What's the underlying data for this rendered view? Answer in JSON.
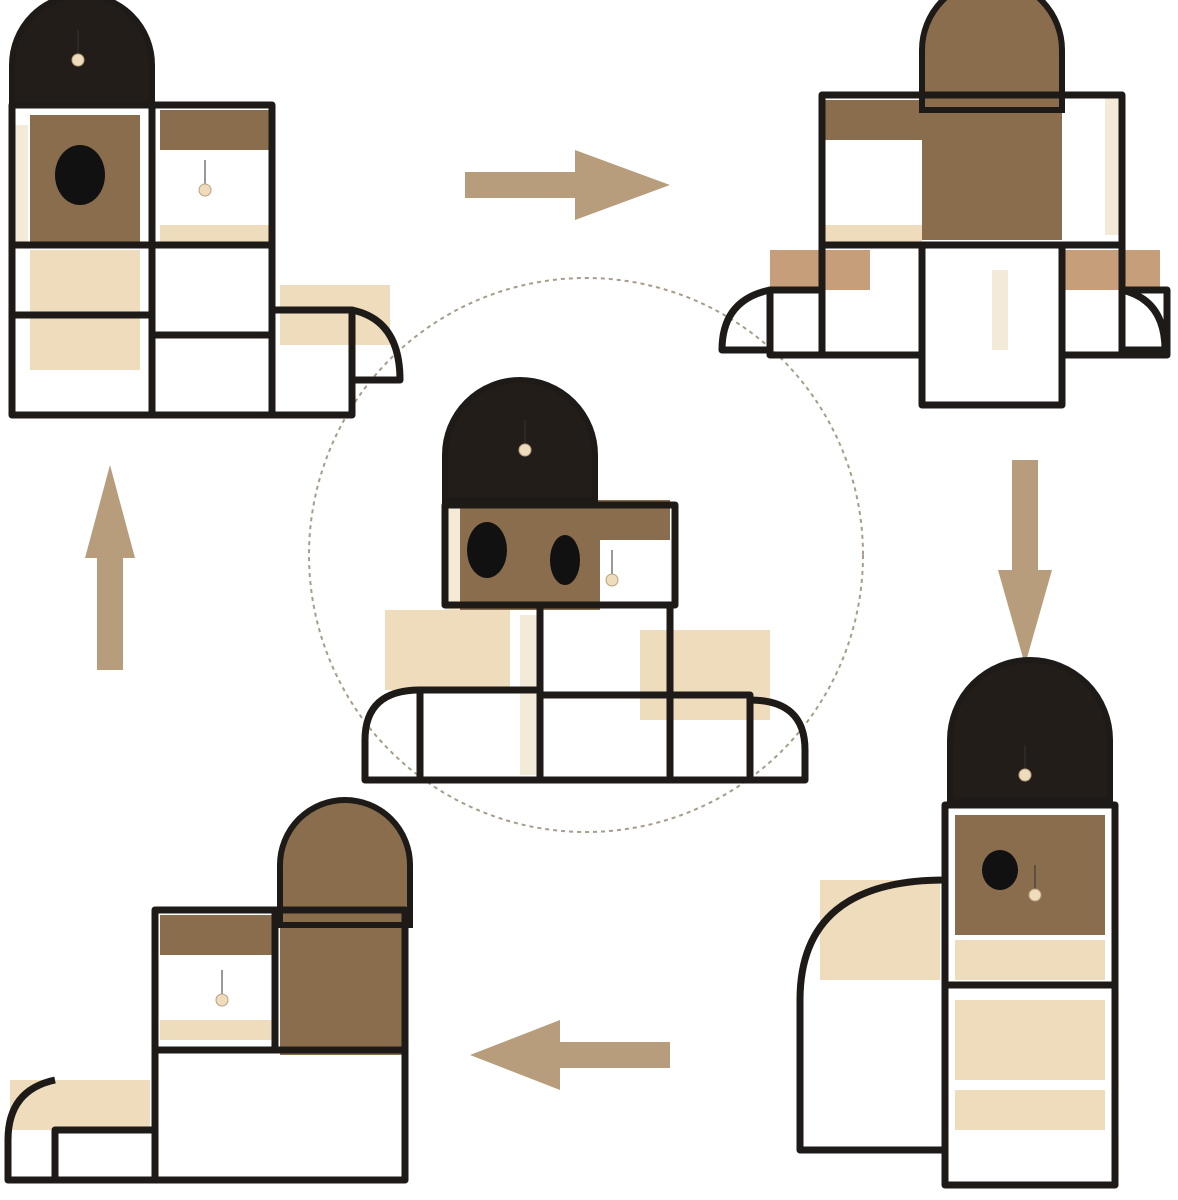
{
  "colors": {
    "background": "#ffffff",
    "arrow": "#b79d7c",
    "frame": "#1e1a18",
    "plush": "#efdcbc",
    "leopard": "#8a6d4c",
    "dome": "#231d1a",
    "sisal": "#f3ead8",
    "circle": "#a89c8a"
  },
  "arrows": [
    "right",
    "down",
    "left",
    "up"
  ],
  "configurations": [
    "top-left",
    "top-right",
    "center",
    "bottom-right",
    "bottom-left"
  ]
}
